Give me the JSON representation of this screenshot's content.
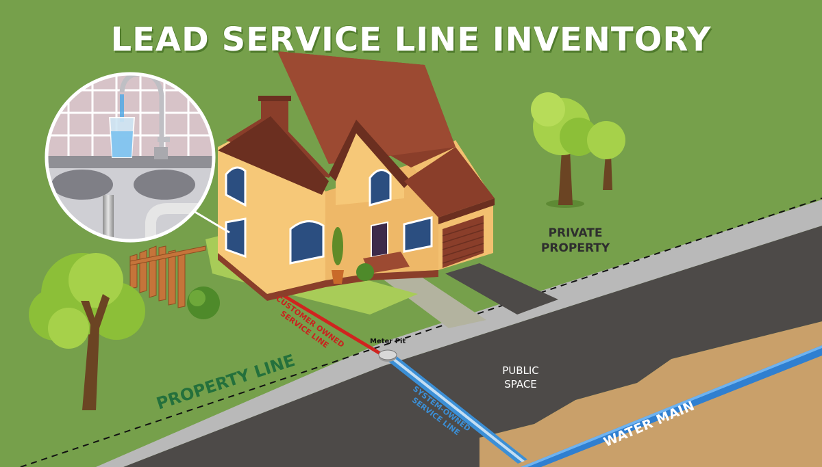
{
  "title": "LEAD SERVICE LINE INVENTORY",
  "labels": {
    "private_property_1": "PRIVATE",
    "private_property_2": "PROPERTY",
    "public_space_1": "PUBLIC",
    "public_space_2": "SPACE",
    "property_line": "PROPERTY LINE",
    "water_main": "WATER MAIN",
    "meter_pit": "Meter Pit",
    "customer_line_1": "CUSTOMER OWNED",
    "customer_line_2": "SERVICE LINE",
    "system_line_1": "SYSTEM-OWNED",
    "system_line_2": "SERVICE LINE"
  },
  "colors": {
    "grass": "#76a04b",
    "road": "#4d4a48",
    "sidewalk": "#b9b9b9",
    "soil": "#c9a06a",
    "water_main": "#2f7fd0",
    "customer_line": "#d0241f",
    "system_line": "#3b8fd6",
    "house_wall": "#f6c878",
    "roof": "#8a3e2a"
  },
  "icons": [
    "faucet-icon",
    "water-glass-icon",
    "tree-icon",
    "house-icon",
    "meter-pit-icon",
    "fence-icon",
    "bush-icon"
  ]
}
